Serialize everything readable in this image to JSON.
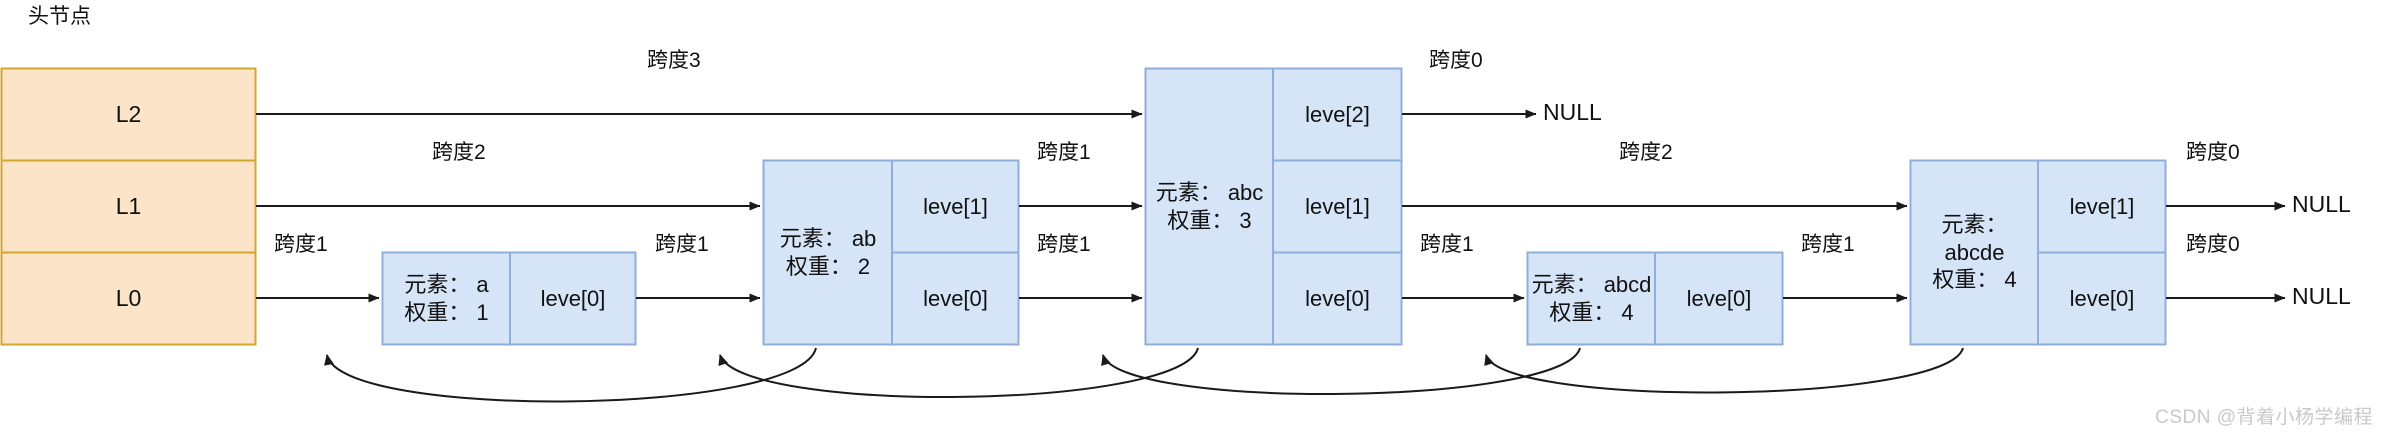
{
  "diagram": {
    "title": "头节点",
    "watermark": "CSDN @背着小杨学编程",
    "colors": {
      "head_fill": "#FCE4C8",
      "head_stroke": "#D6A52B",
      "node_fill": "#D6E4F7",
      "node_stroke": "#7architecture",
      "node_border": "#8FAEDC",
      "line": "#1a1a1a",
      "text": "#111111",
      "watermark": "#c9c9c9"
    },
    "head_node": {
      "name": "head-node",
      "cells": [
        {
          "label": "L2"
        },
        {
          "label": "L1"
        },
        {
          "label": "L0"
        }
      ]
    },
    "nodes": [
      {
        "id": "node-a",
        "element_label": "元素： a\n权重： 1",
        "element": "a",
        "weight": "1",
        "levels": [
          "leve[0]"
        ]
      },
      {
        "id": "node-ab",
        "element_label": "元素： ab\n权重： 2",
        "element": "ab",
        "weight": "2",
        "levels": [
          "leve[1]",
          "leve[0]"
        ]
      },
      {
        "id": "node-abc",
        "element_label": "元素： abc\n权重： 3",
        "element": "abc",
        "weight": "3",
        "levels": [
          "leve[2]",
          "leve[1]",
          "leve[0]"
        ]
      },
      {
        "id": "node-abcd",
        "element_label": "元素： abcd\n权重： 4",
        "element": "abcd",
        "weight": "4",
        "levels": [
          "leve[0]"
        ]
      },
      {
        "id": "node-abcde",
        "element_label": "元素：\nabcde\n权重： 4",
        "element": "abcde",
        "weight": "4",
        "levels": [
          "leve[1]",
          "leve[0]"
        ]
      }
    ],
    "span_labels": [
      {
        "id": "span-l2-head-abc",
        "text": "跨度3"
      },
      {
        "id": "span-l1-head-ab",
        "text": "跨度2"
      },
      {
        "id": "span-l0-head-a",
        "text": "跨度1"
      },
      {
        "id": "span-l0-a-ab",
        "text": "跨度1"
      },
      {
        "id": "span-l1-ab-abc",
        "text": "跨度1"
      },
      {
        "id": "span-l0-ab-abc",
        "text": "跨度1"
      },
      {
        "id": "span-l2-abc-null",
        "text": "跨度0"
      },
      {
        "id": "span-l1-abc-abcde",
        "text": "跨度2"
      },
      {
        "id": "span-l0-abc-abcd",
        "text": "跨度1"
      },
      {
        "id": "span-l0-abcd-abcde",
        "text": "跨度1"
      },
      {
        "id": "span-l1-abcde-null",
        "text": "跨度0"
      },
      {
        "id": "span-l0-abcde-null",
        "text": "跨度0"
      }
    ],
    "null_labels": [
      {
        "id": "null-l2",
        "text": "NULL"
      },
      {
        "id": "null-l1",
        "text": "NULL"
      },
      {
        "id": "null-l0",
        "text": "NULL"
      }
    ]
  }
}
